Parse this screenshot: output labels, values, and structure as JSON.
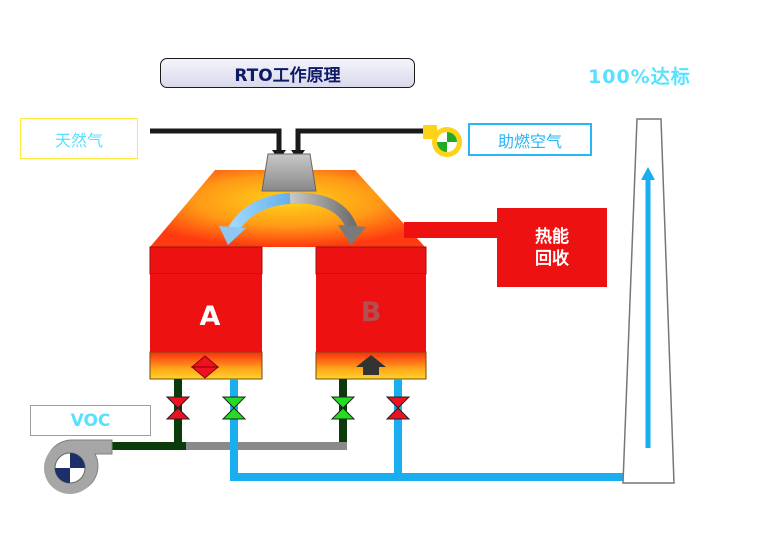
{
  "title": "RTO工作原理",
  "status": "100%达标",
  "inputs": {
    "natural_gas_label": "天然气",
    "combustion_air_label": "助燃空气",
    "voc_label": "VOC"
  },
  "beds": {
    "a_label": "A",
    "b_label": "B"
  },
  "heat_recovery": {
    "line1": "热能",
    "line2": "回收"
  },
  "colors": {
    "chamber_red": "#ee1111",
    "clean_pipe": "#19aef0",
    "dirty_pipe": "#0b3a0b",
    "bypass_pipe": "#8a8a8a",
    "valve_open": "#22dd22",
    "valve_closed": "#ee1122",
    "accent_cyan": "#58e1ff"
  },
  "icons": {
    "fan_air": "fan-icon",
    "fan_voc": "fan-icon",
    "burner": "burner-icon",
    "stack": "chimney-icon",
    "valve": "valve-icon"
  }
}
